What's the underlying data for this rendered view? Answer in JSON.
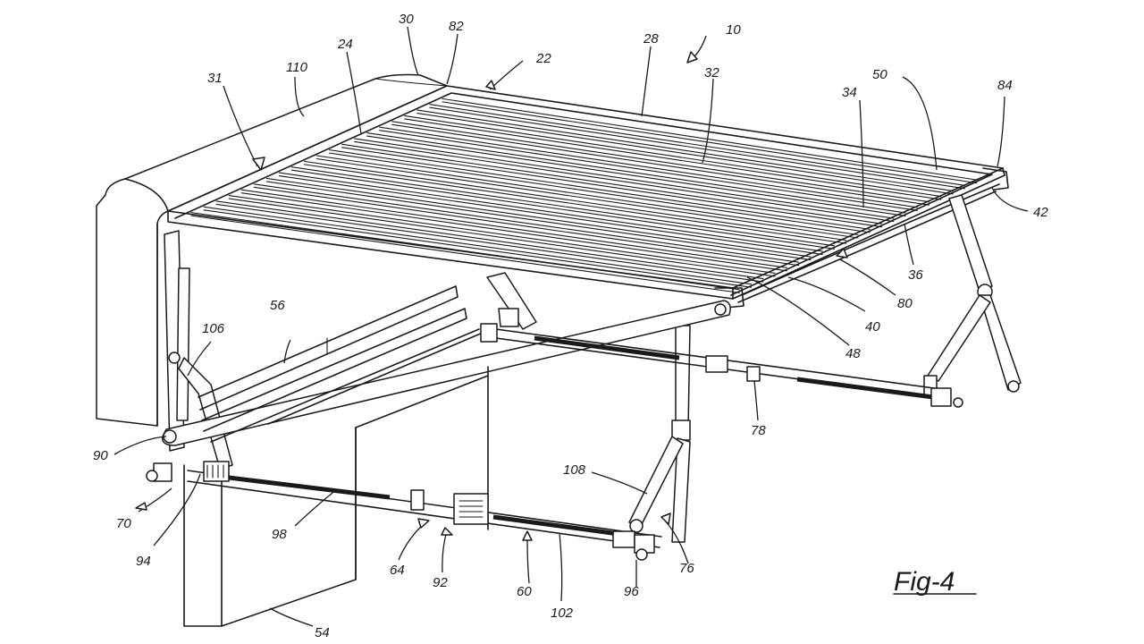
{
  "figure": {
    "label": "Fig-4",
    "callouts": [
      {
        "id": "c10",
        "text": "10"
      },
      {
        "id": "c22",
        "text": "22"
      },
      {
        "id": "c24",
        "text": "24"
      },
      {
        "id": "c28",
        "text": "28"
      },
      {
        "id": "c30",
        "text": "30"
      },
      {
        "id": "c31",
        "text": "31"
      },
      {
        "id": "c32",
        "text": "32"
      },
      {
        "id": "c34",
        "text": "34"
      },
      {
        "id": "c36",
        "text": "36"
      },
      {
        "id": "c40",
        "text": "40"
      },
      {
        "id": "c42",
        "text": "42"
      },
      {
        "id": "c48",
        "text": "48"
      },
      {
        "id": "c50",
        "text": "50"
      },
      {
        "id": "c54",
        "text": "54"
      },
      {
        "id": "c56",
        "text": "56"
      },
      {
        "id": "c60",
        "text": "60"
      },
      {
        "id": "c64",
        "text": "64"
      },
      {
        "id": "c70",
        "text": "70"
      },
      {
        "id": "c76",
        "text": "76"
      },
      {
        "id": "c78",
        "text": "78"
      },
      {
        "id": "c80",
        "text": "80"
      },
      {
        "id": "c82",
        "text": "82"
      },
      {
        "id": "c84",
        "text": "84"
      },
      {
        "id": "c90",
        "text": "90"
      },
      {
        "id": "c92",
        "text": "92"
      },
      {
        "id": "c94",
        "text": "94"
      },
      {
        "id": "c96",
        "text": "96"
      },
      {
        "id": "c98",
        "text": "98"
      },
      {
        "id": "c102",
        "text": "102"
      },
      {
        "id": "c106",
        "text": "106"
      },
      {
        "id": "c108",
        "text": "108"
      },
      {
        "id": "c110",
        "text": "110"
      }
    ]
  }
}
